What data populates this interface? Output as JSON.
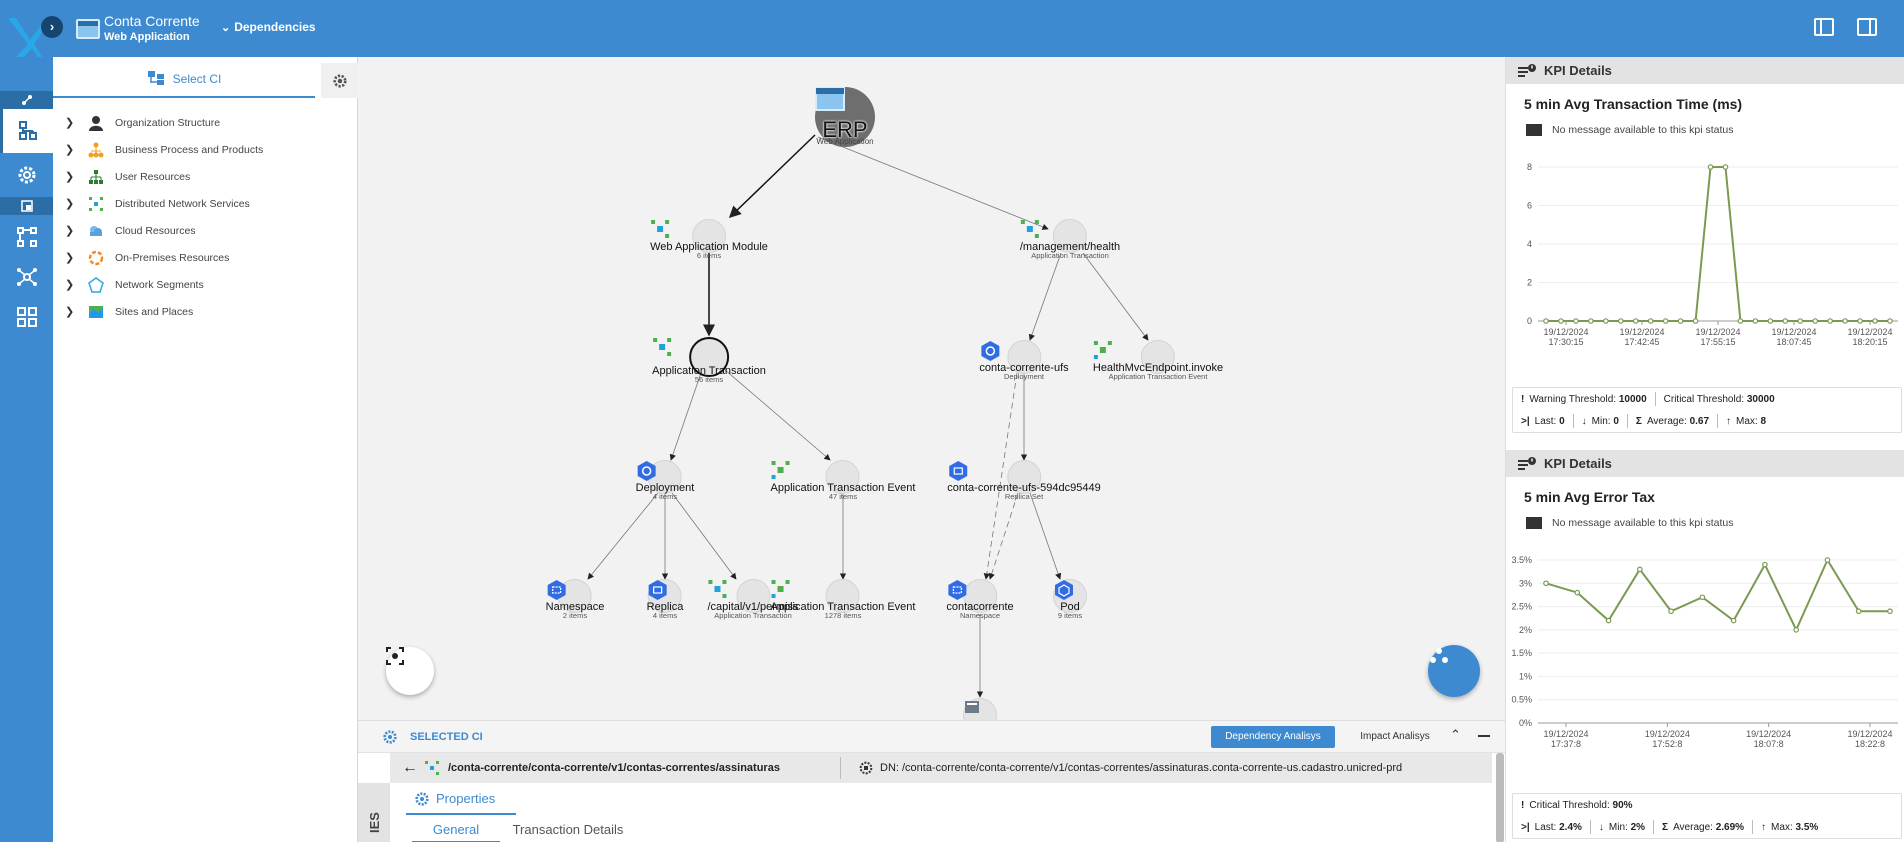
{
  "header": {
    "app_title": "Conta Corrente",
    "app_subtitle": "Web Application",
    "dependencies_label": "Dependencies"
  },
  "sidebar_rail": {
    "items": [
      "graph-link-icon",
      "dependency-tree-icon",
      "settings-gear-icon",
      "device-icon",
      "topology-icon",
      "network-icon",
      "dashboard-grid-icon"
    ]
  },
  "tree": {
    "tab_label": "Select CI",
    "items": [
      {
        "label": "Organization Structure",
        "icon": "person-icon"
      },
      {
        "label": "Business Process and Products",
        "icon": "org-chart-icon"
      },
      {
        "label": "User Resources",
        "icon": "hierarchy-icon"
      },
      {
        "label": "Distributed Network Services",
        "icon": "network-dots-icon"
      },
      {
        "label": "Cloud Resources",
        "icon": "cloud-icon"
      },
      {
        "label": "On-Premises Resources",
        "icon": "ring-icon"
      },
      {
        "label": "Network Segments",
        "icon": "segments-icon"
      },
      {
        "label": "Sites and Places",
        "icon": "map-icon"
      }
    ]
  },
  "graph": {
    "root": {
      "label": "ERP",
      "sub": "Web Application"
    },
    "nodes": [
      {
        "id": "wam",
        "label": "Web Application Module",
        "sub": "6 items",
        "icon": "module-icon"
      },
      {
        "id": "mgmt",
        "label": "/management/health",
        "sub": "Application Transaction",
        "icon": "module-icon"
      },
      {
        "id": "at",
        "label": "Application Transaction",
        "sub": "56 items",
        "icon": "module-icon"
      },
      {
        "id": "ccu",
        "label": "conta-corrente-ufs",
        "sub": "Deployment",
        "icon": "kube-icon"
      },
      {
        "id": "hme",
        "label": "HealthMvcEndpoint.invoke",
        "sub": "Application Transaction Event",
        "icon": "module-icon"
      },
      {
        "id": "dep",
        "label": "Deployment",
        "sub": "4 items",
        "icon": "kube-icon"
      },
      {
        "id": "ate",
        "label": "Application Transaction Event",
        "sub": "47 items",
        "icon": "module-icon"
      },
      {
        "id": "rs",
        "label": "conta-corrente-ufs-594dc95449",
        "sub": "Replica Set",
        "icon": "kube-icon"
      },
      {
        "id": "ns",
        "label": "Namespace",
        "sub": "2 items",
        "icon": "kube-icon"
      },
      {
        "id": "rep",
        "label": "Replica",
        "sub": "4 items",
        "icon": "kube-icon"
      },
      {
        "id": "perm",
        "label": "/capital/v1/permiss",
        "sub": "Application Transaction",
        "icon": "module-icon"
      },
      {
        "id": "ate2",
        "label": "Application Transaction Event",
        "sub": "1278 items",
        "icon": "module-icon"
      },
      {
        "id": "cc",
        "label": "contacorrente",
        "sub": "Namespace",
        "icon": "kube-icon"
      },
      {
        "id": "pod",
        "label": "Pod",
        "sub": "9 items",
        "icon": "kube-icon"
      }
    ]
  },
  "selected_ci": {
    "title": "SELECTED CI",
    "btn_dependency": "Dependency Analisys",
    "btn_impact": "Impact Analisys",
    "path": "/conta-corrente/conta-corrente/v1/contas-correntes/assinaturas",
    "dn": "DN: /conta-corrente/conta-corrente/v1/contas-correntes/assinaturas.conta-corrente-us.cadastro.unicred-prd",
    "side_label": "IES",
    "properties_label": "Properties",
    "tab_general": "General",
    "tab_transaction": "Transaction Details"
  },
  "kpi1": {
    "header": "KPI Details",
    "title": "5 min Avg Transaction Time (ms)",
    "message": "No message available to this kpi status",
    "warning_label": "Warning Threshold:",
    "warning_value": "10000",
    "critical_label": "Critical Threshold:",
    "critical_value": "30000",
    "last_label": "Last:",
    "last_value": "0",
    "min_label": "Min:",
    "min_value": "0",
    "avg_label": "Average:",
    "avg_value": "0.67",
    "max_label": "Max:",
    "max_value": "8"
  },
  "kpi2": {
    "header": "KPI Details",
    "title": "5 min Avg Error Tax",
    "message": "No message available to this kpi status",
    "critical_label": "Critical Threshold:",
    "critical_value": "90%",
    "last_label": "Last:",
    "last_value": "2.4%",
    "min_label": "Min:",
    "min_value": "2%",
    "avg_label": "Average:",
    "avg_value": "2.69%",
    "max_label": "Max:",
    "max_value": "3.5%"
  },
  "chart_data": [
    {
      "type": "line",
      "yticks": [
        "0",
        "2",
        "4",
        "6",
        "8"
      ],
      "ylim": [
        0,
        8
      ],
      "xticks": [
        [
          "19/12/2024",
          "17:30:15"
        ],
        [
          "19/12/2024",
          "17:42:45"
        ],
        [
          "19/12/2024",
          "17:55:15"
        ],
        [
          "19/12/2024",
          "18:07:45"
        ],
        [
          "19/12/2024",
          "18:20:15"
        ]
      ],
      "values": [
        0,
        0,
        0,
        0,
        0,
        0,
        0,
        0,
        0,
        0,
        0,
        8,
        8,
        0,
        0,
        0,
        0,
        0,
        0,
        0,
        0,
        0,
        0,
        0
      ],
      "color": "#7a9a52"
    },
    {
      "type": "line",
      "yticks": [
        "0%",
        "0.5%",
        "1%",
        "1.5%",
        "2%",
        "2.5%",
        "3%",
        "3.5%"
      ],
      "ylim": [
        0,
        3.5
      ],
      "xticks": [
        [
          "19/12/2024",
          "17:37:8"
        ],
        [
          "19/12/2024",
          "17:52:8"
        ],
        [
          "19/12/2024",
          "18:07:8"
        ],
        [
          "19/12/2024",
          "18:22:8"
        ]
      ],
      "values": [
        3.0,
        2.8,
        2.2,
        3.3,
        2.4,
        2.7,
        2.2,
        3.4,
        2.0,
        3.5,
        2.4,
        2.4
      ],
      "color": "#7a9a52"
    }
  ]
}
